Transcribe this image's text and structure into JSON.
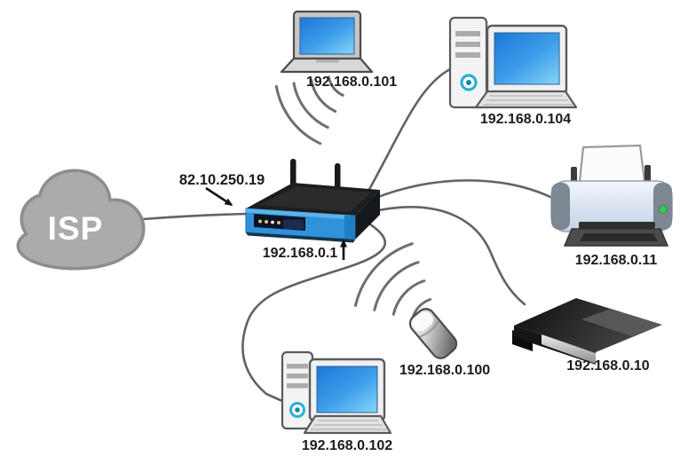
{
  "diagram": {
    "isp": {
      "label": "ISP"
    },
    "router": {
      "lan_ip": "192.168.0.1",
      "wan_ip": "82.10.250.19"
    },
    "devices": [
      {
        "type": "laptop",
        "ip": "192.168.0.101",
        "connection": "wireless"
      },
      {
        "type": "desktop-pc",
        "ip": "192.168.0.104",
        "connection": "wired"
      },
      {
        "type": "printer",
        "ip": "192.168.0.11",
        "connection": "wired"
      },
      {
        "type": "game-console",
        "ip": "192.168.0.10",
        "connection": "wired"
      },
      {
        "type": "mobile-phone",
        "ip": "192.168.0.100",
        "connection": "wireless"
      },
      {
        "type": "desktop-pc",
        "ip": "192.168.0.102",
        "connection": "wired"
      }
    ]
  }
}
